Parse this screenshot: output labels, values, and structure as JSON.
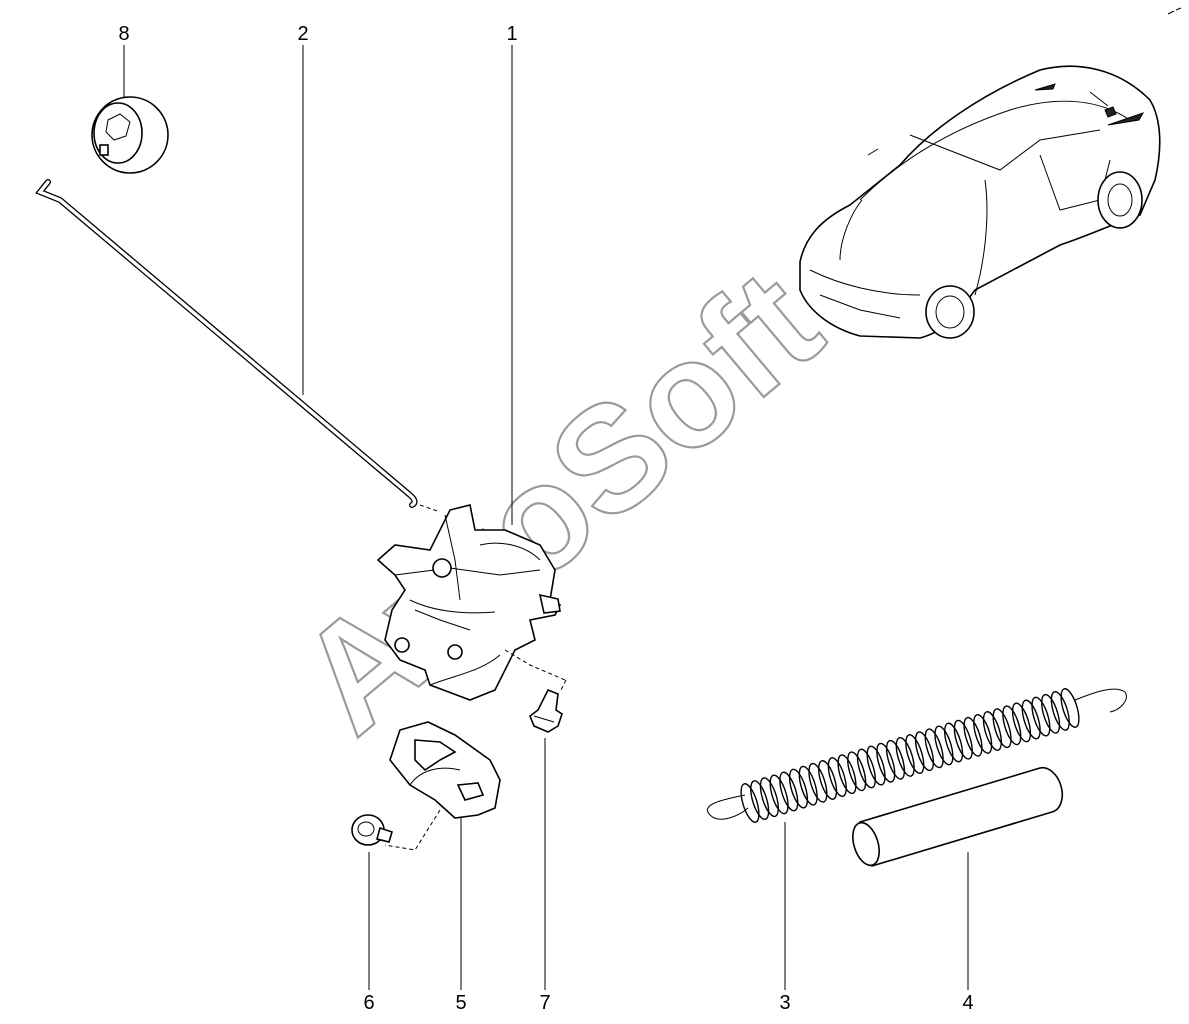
{
  "diagram": {
    "watermark": "AvtoSoft",
    "corner_mark": "",
    "parts": [
      {
        "id": "1",
        "label": "1"
      },
      {
        "id": "2",
        "label": "2"
      },
      {
        "id": "3",
        "label": "3"
      },
      {
        "id": "4",
        "label": "4"
      },
      {
        "id": "5",
        "label": "5"
      },
      {
        "id": "6",
        "label": "6"
      },
      {
        "id": "7",
        "label": "7"
      },
      {
        "id": "8",
        "label": "8"
      }
    ]
  }
}
